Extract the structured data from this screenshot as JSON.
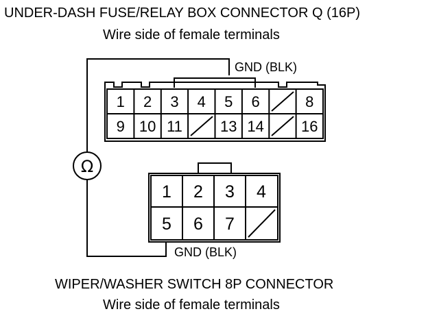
{
  "top_connector": {
    "title": "UNDER-DASH FUSE/RELAY BOX CONNECTOR Q (16P)",
    "subtitle": "Wire side of female terminals",
    "row1": [
      "1",
      "2",
      "3",
      "4",
      "5",
      "6",
      "",
      "8"
    ],
    "row2": [
      "9",
      "10",
      "11",
      "",
      "13",
      "14",
      "",
      "16"
    ],
    "gnd_label": "GND (BLK)"
  },
  "bottom_connector": {
    "title": "WIPER/WASHER SWITCH 8P CONNECTOR",
    "subtitle": "Wire side of female terminals",
    "row1": [
      "1",
      "2",
      "3",
      "4"
    ],
    "row2": [
      "5",
      "6",
      "7",
      ""
    ],
    "gnd_label": "GND (BLK)"
  },
  "meter_symbol": "Ω",
  "meter_icon": "ohmmeter-icon"
}
